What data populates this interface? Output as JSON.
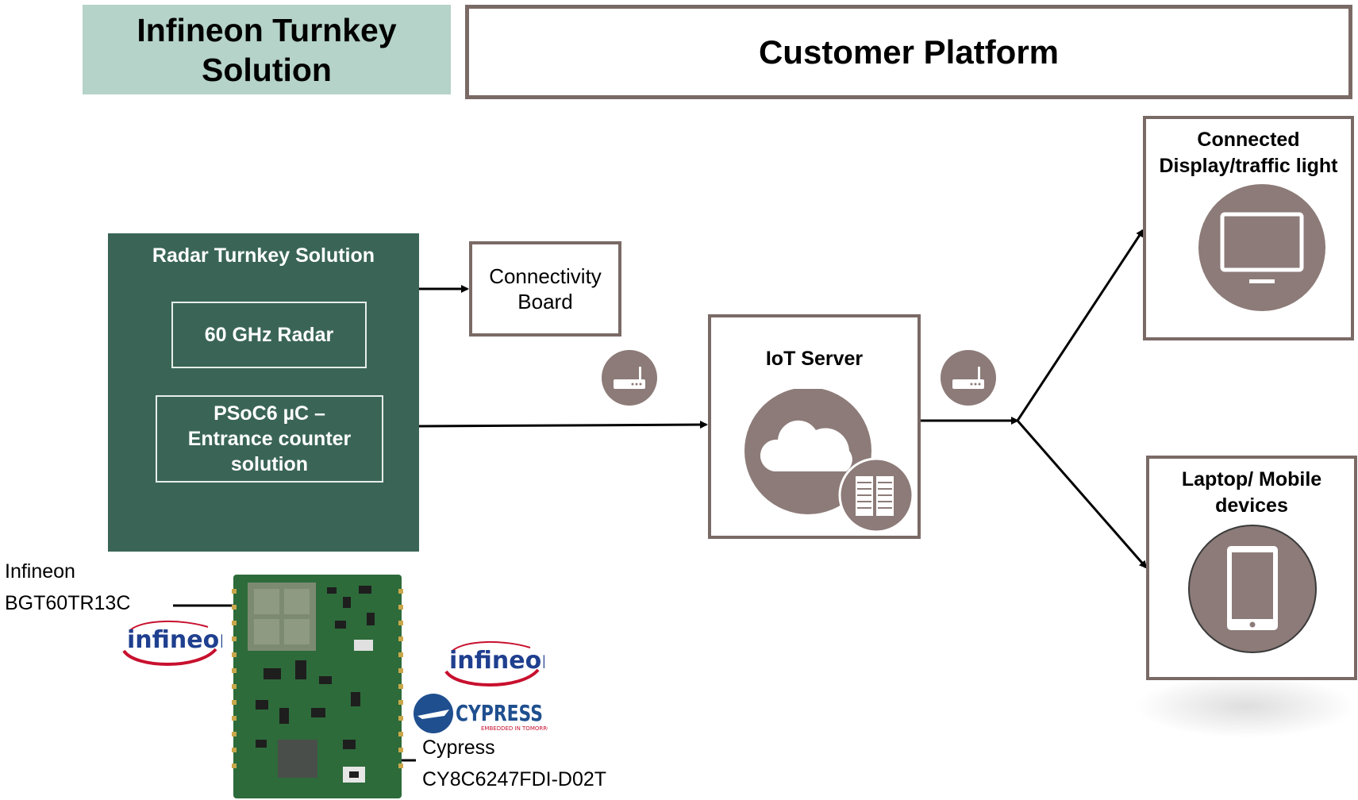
{
  "header": {
    "turnkey_line1": "Infineon Turnkey",
    "turnkey_line2": "Solution",
    "customer": "Customer Platform"
  },
  "radar_block": {
    "title": "Radar Turnkey Solution",
    "radar": "60 GHz Radar",
    "psoc_line1": "PSoC6 µC –",
    "psoc_line2": "Entrance counter",
    "psoc_line3": "solution"
  },
  "connectivity": {
    "line1": "Connectivity",
    "line2": "Board"
  },
  "iot": {
    "label": "IoT Server"
  },
  "display": {
    "line1": "Connected",
    "line2": "Display/traffic light"
  },
  "mobile": {
    "line1": "Laptop/ Mobile",
    "line2": "devices"
  },
  "captions": {
    "bgt_line1": "Infineon",
    "bgt_line2": "BGT60TR13C",
    "cypress_line1": "Cypress",
    "cypress_line2": "CY8C6247FDI-D02T"
  },
  "logos": {
    "infineon": "infineon",
    "cypress": "CYPRESS",
    "cypress_tagline": "EMBEDDED IN TOMORROW"
  },
  "icons": [
    "router-icon",
    "cloud-icon",
    "server-icon",
    "monitor-icon",
    "tablet-icon"
  ],
  "colors": {
    "dark_green": "#3a6556",
    "light_green": "#b5d3c8",
    "border_brown": "#7a6a66",
    "icon_circle": "#8c7b78",
    "infineon_red": "#c8102e",
    "infineon_blue": "#1f3f8f"
  }
}
